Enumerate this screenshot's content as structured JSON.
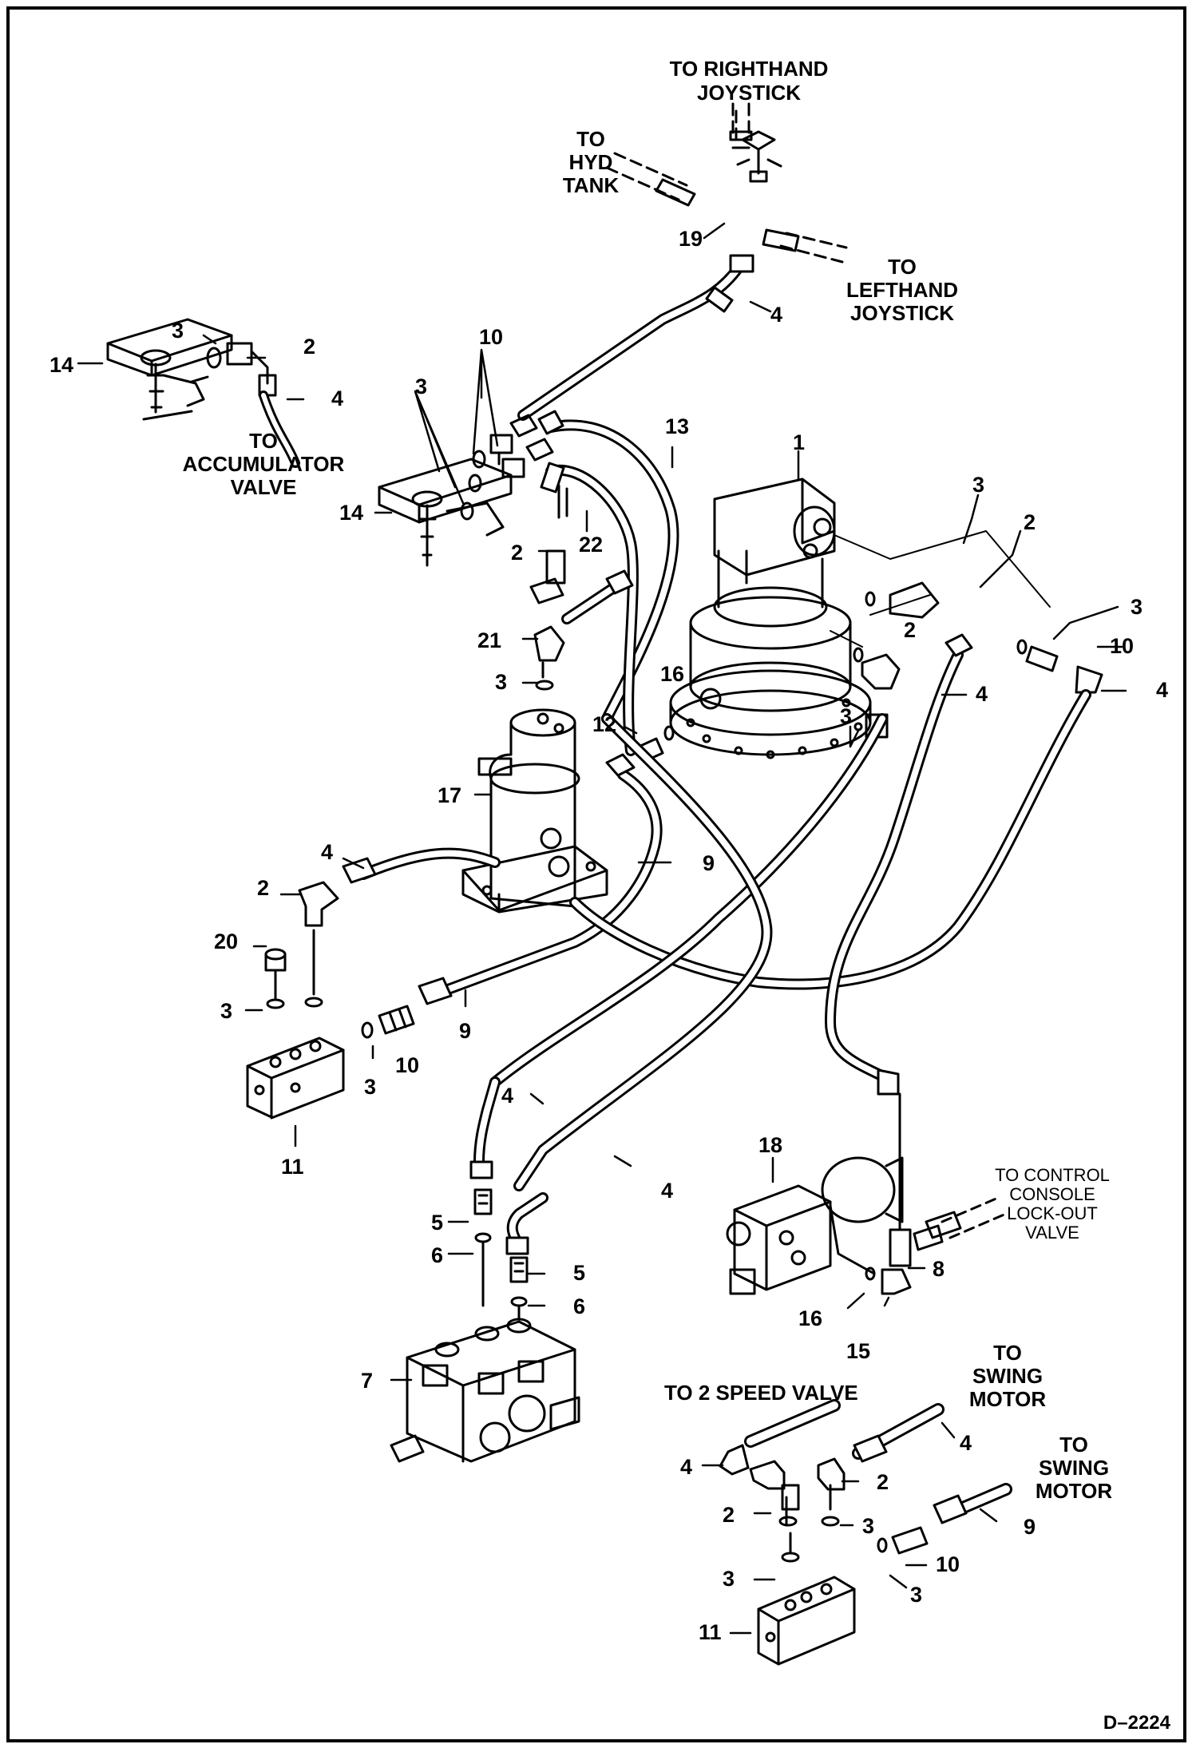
{
  "drawing_number": "D–2224",
  "destinations": {
    "righthand_joystick": "TO RIGHTHAND JOYSTICK",
    "righthand_joystick_l1": "TO RIGHTHAND",
    "righthand_joystick_l2": "JOYSTICK",
    "hyd_tank_l1": "TO",
    "hyd_tank_l2": "HYD",
    "hyd_tank_l3": "TANK",
    "lefthand_l1": "TO",
    "lefthand_l2": "LEFTHAND",
    "lefthand_l3": "JOYSTICK",
    "accumulator_l1": "TO",
    "accumulator_l2": "ACCUMULATOR",
    "accumulator_l3": "VALVE",
    "console_l1": "TO CONTROL",
    "console_l2": "CONSOLE",
    "console_l3": "LOCK-OUT",
    "console_l4": "VALVE",
    "two_speed": "TO 2 SPEED VALVE",
    "swing1_l1": "TO",
    "swing1_l2": "SWING",
    "swing1_l3": "MOTOR",
    "swing2_l1": "TO",
    "swing2_l2": "SWING",
    "swing2_l3": "MOTOR"
  },
  "callouts": {
    "c19": "19",
    "c4a": "4",
    "c10a": "10",
    "c3a": "3",
    "c2a": "2",
    "c14a": "14",
    "c4b": "4",
    "c3b": "3",
    "c14b": "14",
    "c13": "13",
    "c1": "1",
    "c22": "22",
    "c2b": "2",
    "c21": "21",
    "c3c": "3",
    "c16a": "16",
    "c12": "12",
    "c17": "17",
    "c3d": "3",
    "c2c": "2",
    "c2d": "2",
    "c3e": "3",
    "c10b": "10",
    "c4c": "4",
    "c4d": "4",
    "c3f": "3",
    "c9a": "9",
    "c4e": "4",
    "c2e": "2",
    "c20": "20",
    "c3g": "3",
    "c10c": "10",
    "c9b": "9",
    "c3h": "3",
    "c11a": "11",
    "c4f": "4",
    "c4g": "4",
    "c18": "18",
    "c5a": "5",
    "c6a": "6",
    "c5b": "5",
    "c6b": "6",
    "c7": "7",
    "c8": "8",
    "c16b": "16",
    "c15": "15",
    "c4h": "4",
    "c4i": "4",
    "c2f": "2",
    "c2g": "2",
    "c3i": "3",
    "c3j": "3",
    "c9c": "9",
    "c10d": "10",
    "c3k": "3",
    "c11b": "11"
  },
  "colors": {
    "ink": "#000000",
    "paper": "#ffffff"
  }
}
